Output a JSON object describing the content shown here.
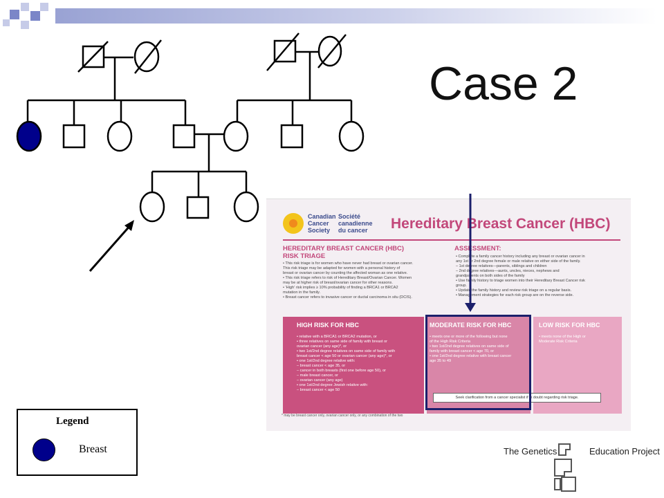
{
  "slide": {
    "title": "Case 2",
    "accent_color": "#8e98cf",
    "highlight_color": "#1b1f6b"
  },
  "legend": {
    "title": "Legend",
    "affected_label": "Breast",
    "affected_color": "#00008b"
  },
  "pedigree": {
    "affected_individuals": [
      "paternal-aunt"
    ],
    "deceased_individuals": [
      "paternal-grandfather",
      "paternal-grandmother",
      "maternal-grandfather",
      "maternal-grandmother"
    ],
    "proband": "daughter-1"
  },
  "document": {
    "org_en": [
      "Canadian",
      "Cancer",
      "Society"
    ],
    "org_fr": [
      "Société",
      "canadienne",
      "du cancer"
    ],
    "title": "Hereditary Breast Cancer (HBC)",
    "triage_heading": [
      "HEREDITARY BREAST CANCER (HBC)",
      "RISK TRIAGE"
    ],
    "triage_text": [
      "• This risk triage is for women who have never had breast or ovarian cancer.",
      "  This risk triage may be adapted for women with a personal history of",
      "  breast or ovarian cancer by counting the affected woman as one relative.",
      "• This risk triage refers to risk of Hereditary Breast/Ovarian Cancer. Women",
      "  may be at higher risk of breast/ovarian cancer for other reasons.",
      "• 'High' risk implies ≥ 10% probability of finding a BRCA1 or BRCA2",
      "  mutation in the family.",
      "• Breast cancer refers to invasive cancer or ductal carcinoma in situ (DCIS)."
    ],
    "assessment_heading": "ASSESSMENT:",
    "assessment_text": [
      "• Complete a family cancer history including any breast or ovarian cancer in",
      "  any 1st or 2nd degree female or male relative on either side of the family.",
      "  – 1st degree relatives—parents, siblings and children",
      "  – 2nd degree relatives—aunts, uncles, nieces, nephews and",
      "    grandparents on both sides of the family",
      "• Use family history to triage women into their Hereditary Breast Cancer risk",
      "  group.",
      "• Update the family history and review risk triage on a regular basis.",
      "• Management strategies for each risk group are on the reverse side."
    ],
    "high_heading": "HIGH RISK FOR HBC",
    "high_text": [
      "• relative with a BRCA1 or BRCA2 mutation, or",
      "• three relatives on same side of family with breast or",
      "  ovarian cancer (any age)*, or",
      "• two 1st/2nd degree relatives on same side of family with",
      "  breast cancer < age 50 or ovarian cancer (any age)*, or",
      "• one 1st/2nd degree relative with:",
      "  – breast cancer < age 35, or",
      "  – cancer in both breasts (first one before age 50), or",
      "  – male breast cancer, or",
      "  – ovarian cancer (any age)",
      "• one 1st/2nd degree Jewish relative with:",
      "  – breast cancer < age 50"
    ],
    "moderate_heading": "MODERATE RISK FOR HBC",
    "moderate_text": [
      "• meets one or more of the following but none",
      "  of the High Risk Criteria",
      "• two 1st/2nd degree relatives on same side of",
      "  family with breast cancer < age 70, or",
      "• one 1st/2nd degree relative with breast cancer",
      "  age 35 to 49"
    ],
    "low_heading": "LOW RISK FOR HBC",
    "low_text": [
      "• meets none of the High or",
      "  Moderate Risk Criteria"
    ],
    "clarify": "Seek clarification from a cancer specialist if in doubt regarding risk triage.",
    "footnote": "* may be breast cancer only, ovarian cancer only, or any combination of the two"
  },
  "logo": {
    "left": "The Genetics",
    "right": "Education Project"
  }
}
